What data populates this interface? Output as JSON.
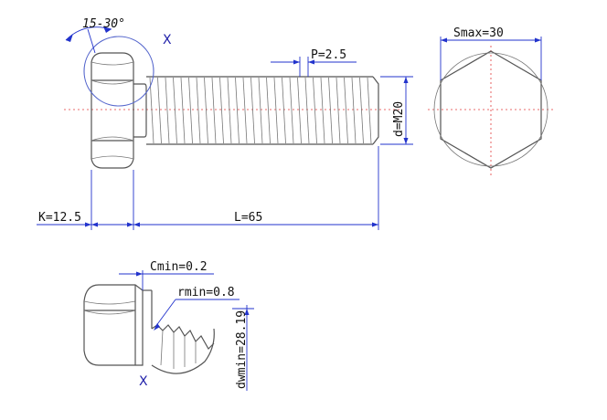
{
  "angle_label": "15-30°",
  "detail_label": "X",
  "labels": {
    "pitch": "P=2.5",
    "diameter": "d=M20",
    "head_height": "K=12.5",
    "length": "L=65",
    "width_across_flats": "Smax=30",
    "chamfer": "Cmin=0.2",
    "fillet_radius": "rmin=0.8",
    "bearing_diameter": "dwmin=28.19"
  },
  "colors": {
    "part_outline": "#555555",
    "dimension": "#2233cc",
    "centerline": "#e23b3b"
  }
}
